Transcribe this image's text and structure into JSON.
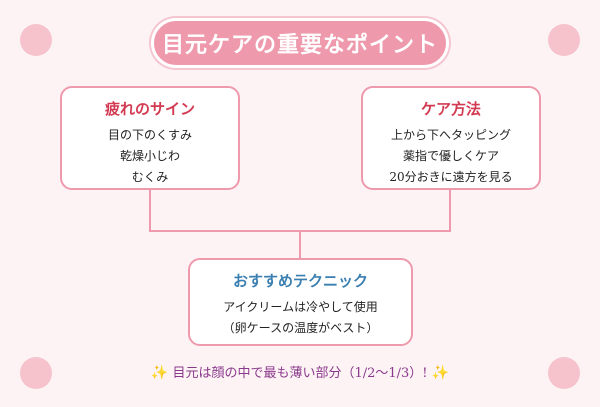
{
  "title": "目元ケアの重要なポイント",
  "left_card": {
    "heading": "疲れのサイン",
    "lines": [
      "目の下のくすみ",
      "乾燥小じわ",
      "むくみ"
    ]
  },
  "right_card": {
    "heading": "ケア方法",
    "lines": [
      "上から下へタッピング",
      "薬指で優しくケア",
      "20分おきに遠方を見る"
    ]
  },
  "bottom_card": {
    "heading": "おすすめテクニック",
    "lines": [
      "アイクリームは冷やして使用",
      "（卵ケースの温度がベスト）"
    ]
  },
  "footer": {
    "text": "目元は顔の中で最も薄い部分（1/2〜1/3）!",
    "sparkle": "✨"
  },
  "colors": {
    "accent_pink": "#ee9aac",
    "heading_red": "#d23a52",
    "heading_blue": "#3b7fb0",
    "footer_purple": "#8a3a8c",
    "background": "#fdf3f5"
  }
}
